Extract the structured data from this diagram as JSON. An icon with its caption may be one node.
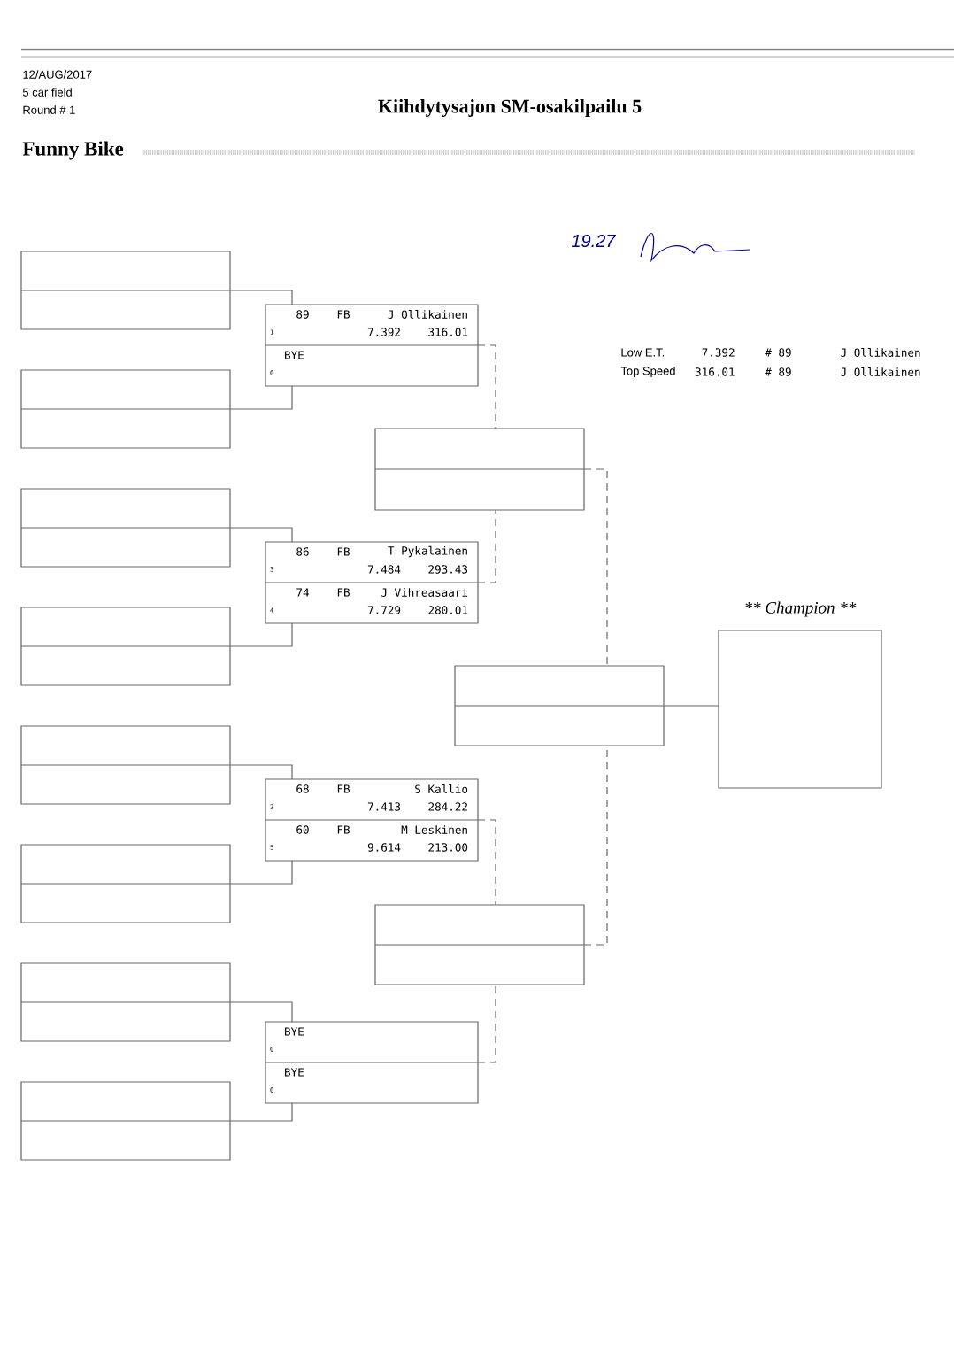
{
  "diagram": {
    "title": "Kiihdytysajon SM-osakilpailu 5",
    "nodes": [
      {
        "text": [],
        "shape": "box"
      },
      {
        "text": [],
        "shape": "box"
      },
      {
        "text": [],
        "shape": "box"
      },
      {
        "text": [],
        "shape": "box"
      },
      {
        "text": [],
        "shape": "box"
      },
      {
        "text": [],
        "shape": "box"
      },
      {
        "text": [],
        "shape": "box"
      },
      {
        "text": [],
        "shape": "box"
      },
      {
        "text": [
          "89",
          "FB",
          "J Ollikainen",
          "1",
          "7.392",
          "316.01",
          "BYE",
          "0"
        ]
      },
      {
        "text": [
          "86",
          "FB",
          "T Pykalainen",
          "3",
          "7.484",
          "293.43",
          "74",
          "FB",
          "J Vihreasaari",
          "4",
          "7.729",
          "280.01"
        ]
      },
      {
        "text": [
          "68",
          "FB",
          "S Kallio",
          "2",
          "7.413",
          "284.22",
          "60",
          "FB",
          "M Leskinen",
          "5",
          "9.614",
          "213.00"
        ]
      },
      {
        "text": [
          "BYE",
          "0",
          "BYE",
          "0"
        ]
      },
      {
        "text": [],
        "shape": "box"
      },
      {
        "text": [],
        "shape": "box"
      },
      {
        "text": [],
        "shape": "box"
      },
      {
        "text": [
          "** Champion **"
        ]
      }
    ],
    "edges": [
      {
        "from": 0,
        "to": 8,
        "arrow": "none"
      },
      {
        "from": 1,
        "to": 8,
        "arrow": "none"
      },
      {
        "from": 2,
        "to": 9,
        "arrow": "none"
      },
      {
        "from": 3,
        "to": 9,
        "arrow": "none"
      },
      {
        "from": 4,
        "to": 10,
        "arrow": "none"
      },
      {
        "from": 5,
        "to": 10,
        "arrow": "none"
      },
      {
        "from": 6,
        "to": 11,
        "arrow": "none"
      },
      {
        "from": 7,
        "to": 11,
        "arrow": "none"
      },
      {
        "from": 8,
        "to": 12,
        "arrow": "none",
        "style": "dashed"
      },
      {
        "from": 9,
        "to": 12,
        "arrow": "none",
        "style": "dashed"
      },
      {
        "from": 10,
        "to": 13,
        "arrow": "none",
        "style": "dashed"
      },
      {
        "from": 11,
        "to": 13,
        "arrow": "none",
        "style": "dashed"
      },
      {
        "from": 12,
        "to": 14,
        "arrow": "none",
        "style": "dashed"
      },
      {
        "from": 13,
        "to": 14,
        "arrow": "none",
        "style": "dashed"
      },
      {
        "from": 14,
        "to": 15,
        "arrow": "none"
      }
    ],
    "labels": [
      "12/AUG/2017",
      "5 car field",
      "Round # 1",
      "Funny Bike",
      "19.27",
      "Low E.T.",
      "7.392",
      "# 89",
      "J Ollikainen",
      "Top Speed",
      "316.01",
      "# 89",
      "J Ollikainen"
    ]
  }
}
